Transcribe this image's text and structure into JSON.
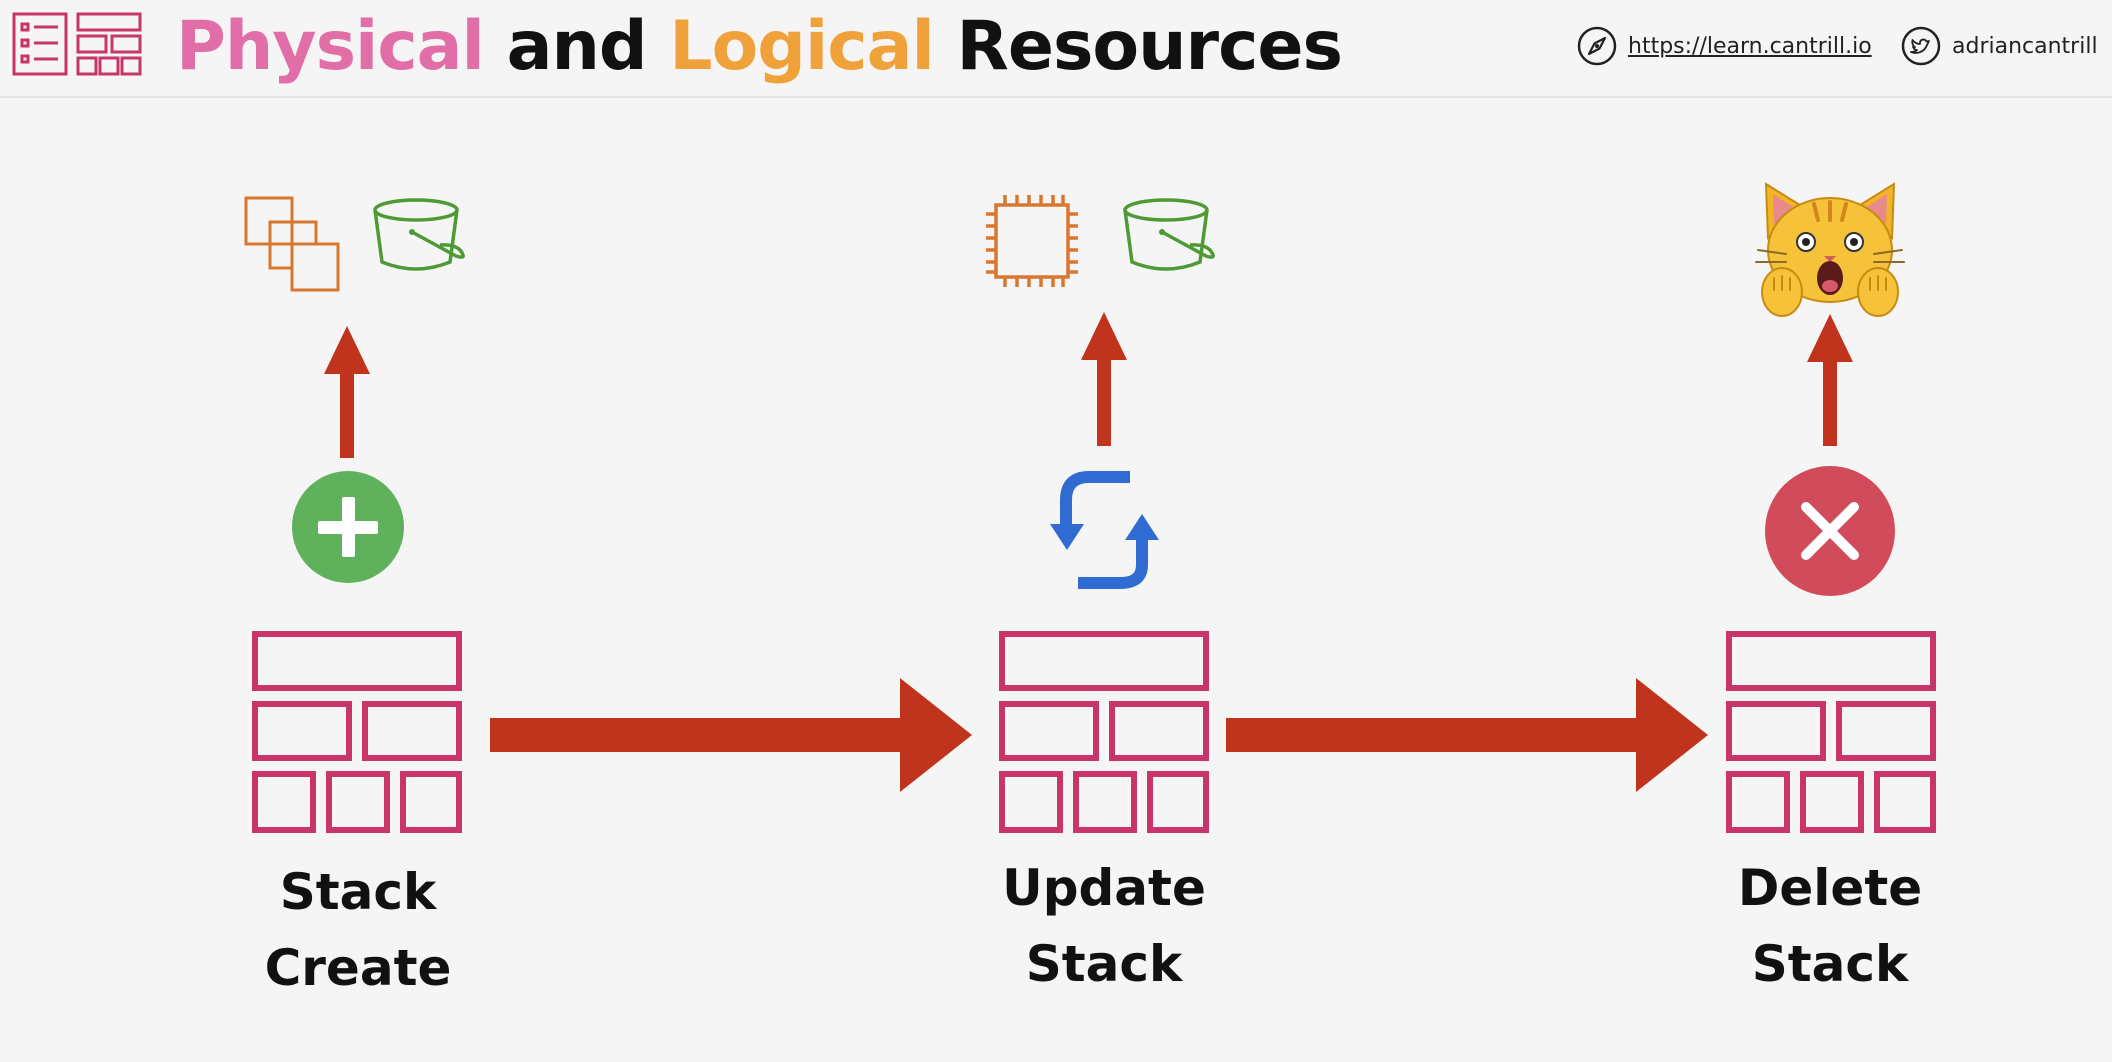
{
  "header": {
    "title_words": [
      "Physical",
      "and",
      "Logical",
      "Resources"
    ],
    "website": "https://learn.cantrill.io",
    "twitter_handle": "adriancantrill"
  },
  "stages": [
    {
      "label_line1": "Stack",
      "label_line2": "Create",
      "action_icon": "plus-icon",
      "resources": [
        "ec2-instances-icon",
        "s3-bucket-icon"
      ]
    },
    {
      "label_line1": "Update",
      "label_line2": "Stack",
      "action_icon": "refresh-icon",
      "resources": [
        "ec2-instance-chip-icon",
        "s3-bucket-icon"
      ]
    },
    {
      "label_line1": "Delete",
      "label_line2": "Stack",
      "action_icon": "close-icon",
      "resources": [
        "screaming-cat-emoji"
      ]
    }
  ],
  "colors": {
    "physical": "#e16ea6",
    "logical": "#f0a23a",
    "stack_icon": "#c7356b",
    "arrow": "#c0341e",
    "create": "#5fb25b",
    "update": "#2f6bd0",
    "delete": "#d24b5a",
    "ec2": "#d9772e",
    "s3": "#4e9a35"
  }
}
